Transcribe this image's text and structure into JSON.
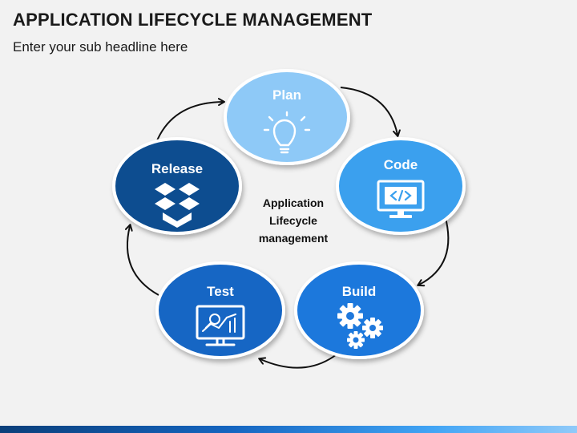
{
  "title": "APPLICATION LIFECYCLE MANAGEMENT",
  "subtitle": "Enter your sub headline here",
  "center": {
    "line1": "Application",
    "line2": "Lifecycle",
    "line3": "management"
  },
  "stages": {
    "plan": {
      "label": "Plan",
      "icon": "lightbulb-icon",
      "color": "#8ec9f7"
    },
    "code": {
      "label": "Code",
      "icon": "code-monitor-icon",
      "color": "#3aa0ee"
    },
    "build": {
      "label": "Build",
      "icon": "gears-icon",
      "color": "#1f78dc"
    },
    "test": {
      "label": "Test",
      "icon": "analytics-monitor-icon",
      "color": "#1566c4"
    },
    "release": {
      "label": "Release",
      "icon": "dropbox-icon",
      "color": "#0c4d90"
    }
  }
}
